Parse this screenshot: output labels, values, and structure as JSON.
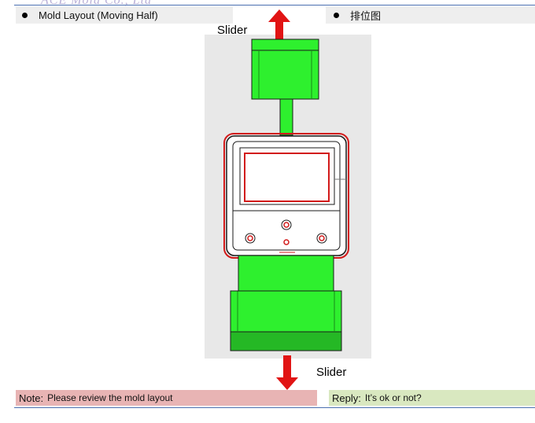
{
  "header": {
    "left_title": "Mold Layout (Moving Half)",
    "right_title": "排位图",
    "watermark": "ACE Mold Co., Ltd"
  },
  "figure": {
    "top_slider_label": "Slider",
    "bottom_slider_label": "Slider"
  },
  "footer": {
    "note_key": "Note:",
    "note_text": "Please review the mold layout",
    "reply_key": "Reply:",
    "reply_text": "It’s ok or not?"
  },
  "colors": {
    "slider_green": "#2ef02e",
    "slider_green_dark": "#25b825",
    "arrow_red": "#e11414",
    "outline_red": "#d21a1a"
  }
}
